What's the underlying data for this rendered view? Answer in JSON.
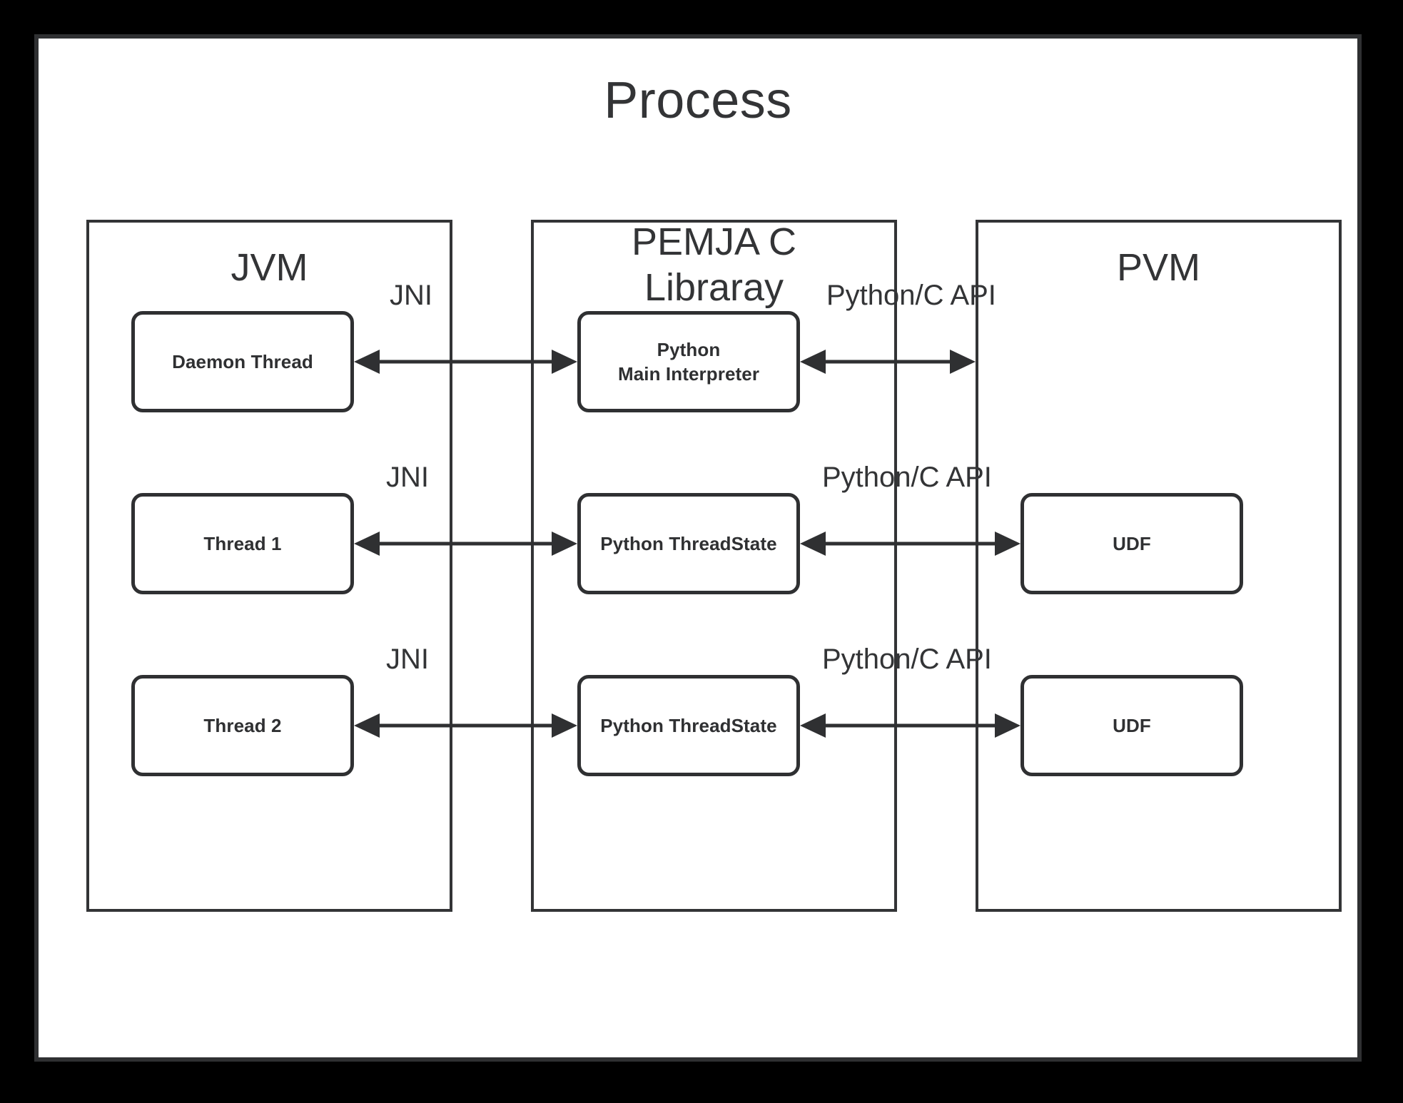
{
  "title": "Process",
  "colors": {
    "background": "#000000",
    "canvas": "#ffffff",
    "stroke": "#2f3032",
    "text": "#333436"
  },
  "panels": [
    {
      "id": "jvm",
      "title": "JVM"
    },
    {
      "id": "pemja",
      "title": "PEMJA C\nLibraray"
    },
    {
      "id": "pvm",
      "title": "PVM"
    }
  ],
  "nodes": {
    "jvm": [
      {
        "label": "Daemon Thread"
      },
      {
        "label": "Thread 1"
      },
      {
        "label": "Thread 2"
      }
    ],
    "pemja": [
      {
        "label": "Python\nMain Interpreter"
      },
      {
        "label": "Python ThreadState"
      },
      {
        "label": "Python ThreadState"
      }
    ],
    "pvm": [
      {
        "label": "UDF"
      },
      {
        "label": "UDF"
      }
    ]
  },
  "edges": {
    "left": [
      {
        "label": "JNI",
        "from": "Daemon Thread",
        "to": "Python Main Interpreter",
        "direction": "bidirectional"
      },
      {
        "label": "JNI",
        "from": "Thread 1",
        "to": "Python ThreadState",
        "direction": "bidirectional"
      },
      {
        "label": "JNI",
        "from": "Thread 2",
        "to": "Python ThreadState",
        "direction": "bidirectional"
      }
    ],
    "right": [
      {
        "label": "Python/C API",
        "from": "Python Main Interpreter",
        "to": "PVM",
        "direction": "bidirectional"
      },
      {
        "label": "Python/C API",
        "from": "Python ThreadState",
        "to": "UDF",
        "direction": "bidirectional"
      },
      {
        "label": "Python/C API",
        "from": "Python ThreadState",
        "to": "UDF",
        "direction": "bidirectional"
      }
    ]
  }
}
